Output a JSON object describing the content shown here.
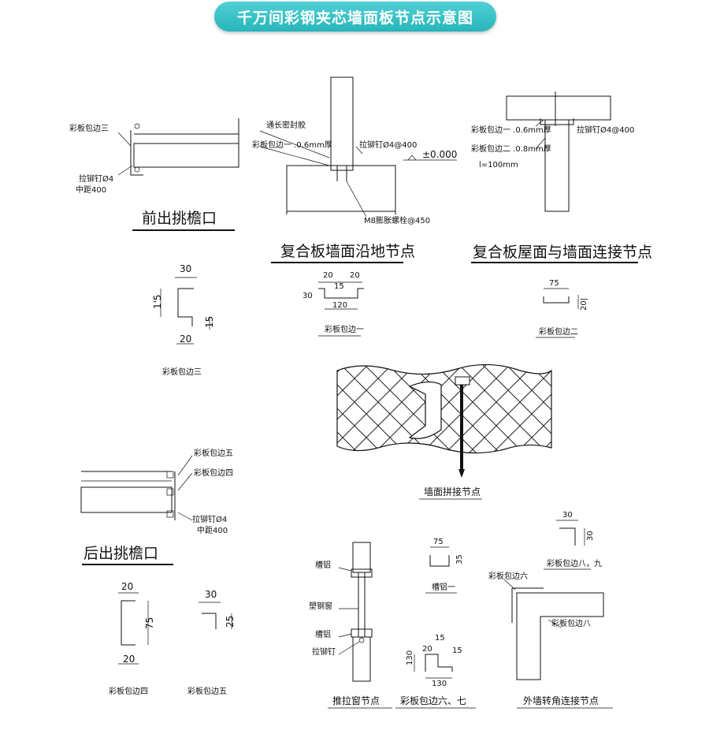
{
  "title": "千万间彩钢夹芯墙面板节点示意图",
  "labels": {
    "front_eave": "前出挑檐口",
    "rear_eave": "后出挑檐口",
    "floor_node": "复合板墙面沿地节点",
    "roof_wall_node": "复合板屋面与墙面连接节点",
    "wall_joint_node": "墙面拼接节点",
    "sliding_window_node": "推拉窗节点",
    "trim_six_seven": "彩板包边六、七",
    "corner_node": "外墙转角连接节点",
    "trim_one": "彩板包边一",
    "trim_two": "彩板包边二",
    "trim_three": "彩板包边三",
    "trim_four": "彩板包边四",
    "trim_five": "彩板包边五",
    "trim_eight_nine": "彩板包边八，九",
    "trim_six": "彩板包边六",
    "trim_eight": "彩板包边八",
    "slot_aluminum_one": "槽铝一",
    "slot_aluminum": "槽铝",
    "plastic_steel_window": "塑钢窗",
    "rivet": "拉铆钉",
    "rivet_spec": "拉铆钉Ø4",
    "spacing_400": "中距400",
    "rivet_400": "拉铆钉Ø4@400",
    "sealant": "通长密封胶",
    "trim_one_06": "彩板包边一 .0.6mm厚",
    "trim_two_06": "彩板包边一 .0.6mm厚",
    "trim_two_08": "彩板包边二 .0.8mm厚",
    "l100": "l=100mm",
    "elev": "±0.000",
    "anchor": "M8膨胀螺栓@450"
  },
  "dims": {
    "d30": "30",
    "d15": "15",
    "d20": "20",
    "d120": "120",
    "d75": "75",
    "d25": "25",
    "d130": "130",
    "d35": "35",
    "d1_5": "1'5",
    "d20_1": "20|"
  }
}
